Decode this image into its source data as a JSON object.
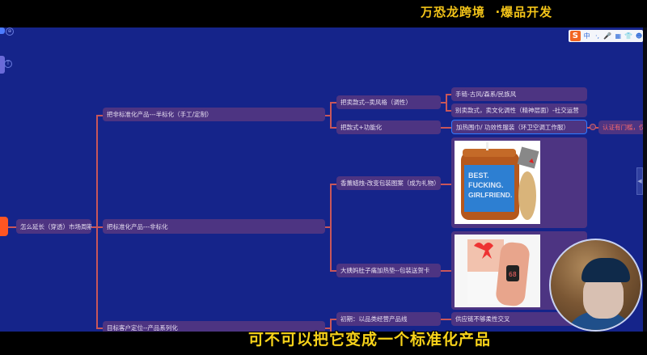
{
  "header": {
    "title": "万恐龙跨境  ·爆品开发"
  },
  "subtitle": "可不可以把它变成一个标准化产品",
  "ime_toolbar": {
    "logo": "S",
    "items": [
      "中",
      "·,",
      "🎤",
      "▦",
      "👕",
      "☻"
    ]
  },
  "left_panel": {
    "circle_1": "⊕",
    "circle_2": "T"
  },
  "mindmap": {
    "root_partial": "",
    "level1": {
      "label": "怎么延长（穿透）市场周期"
    },
    "level2": [
      {
        "label": "把非标准化产品---半标化（手工/定制）"
      },
      {
        "label": "把标准化产品---非标化"
      },
      {
        "label": "目标客户定位--产品系列化"
      }
    ],
    "level3": [
      {
        "label": "把卖款式--卖风格（调性）"
      },
      {
        "label": "把款式+功能化"
      },
      {
        "label": "香薰蜡烛-改变包装图案（成为礼物）"
      },
      {
        "label": "大姨妈肚子痛加热垫--包装送贺卡"
      },
      {
        "label": "初期：以品类经营产品线"
      }
    ],
    "level4": [
      {
        "label": "手链-古风/森系/民族风"
      },
      {
        "label": "别卖款式，卖文化调性（精神层面）-社交运营"
      },
      {
        "label": "加热围巾/ 功效性服装（环卫空调工作服）"
      },
      {
        "label": "供应链不够柔性交叉"
      }
    ],
    "level5": [
      {
        "label": "认证有门槛，仅"
      }
    ],
    "images": [
      {
        "name": "candle-product",
        "text_lines": [
          "BEST.",
          "FUCKING.",
          "GIRLFRIEND."
        ]
      },
      {
        "name": "heating-pad-product",
        "display": "68"
      }
    ]
  },
  "sidebar_collapse": "◀",
  "colors": {
    "canvas_bg": "#15248a",
    "node_bg": "#4d3482",
    "connector": "#c8565a",
    "root": "#ff5522",
    "selected_border": "#2f79ff",
    "title_yellow": "#f2c318"
  }
}
